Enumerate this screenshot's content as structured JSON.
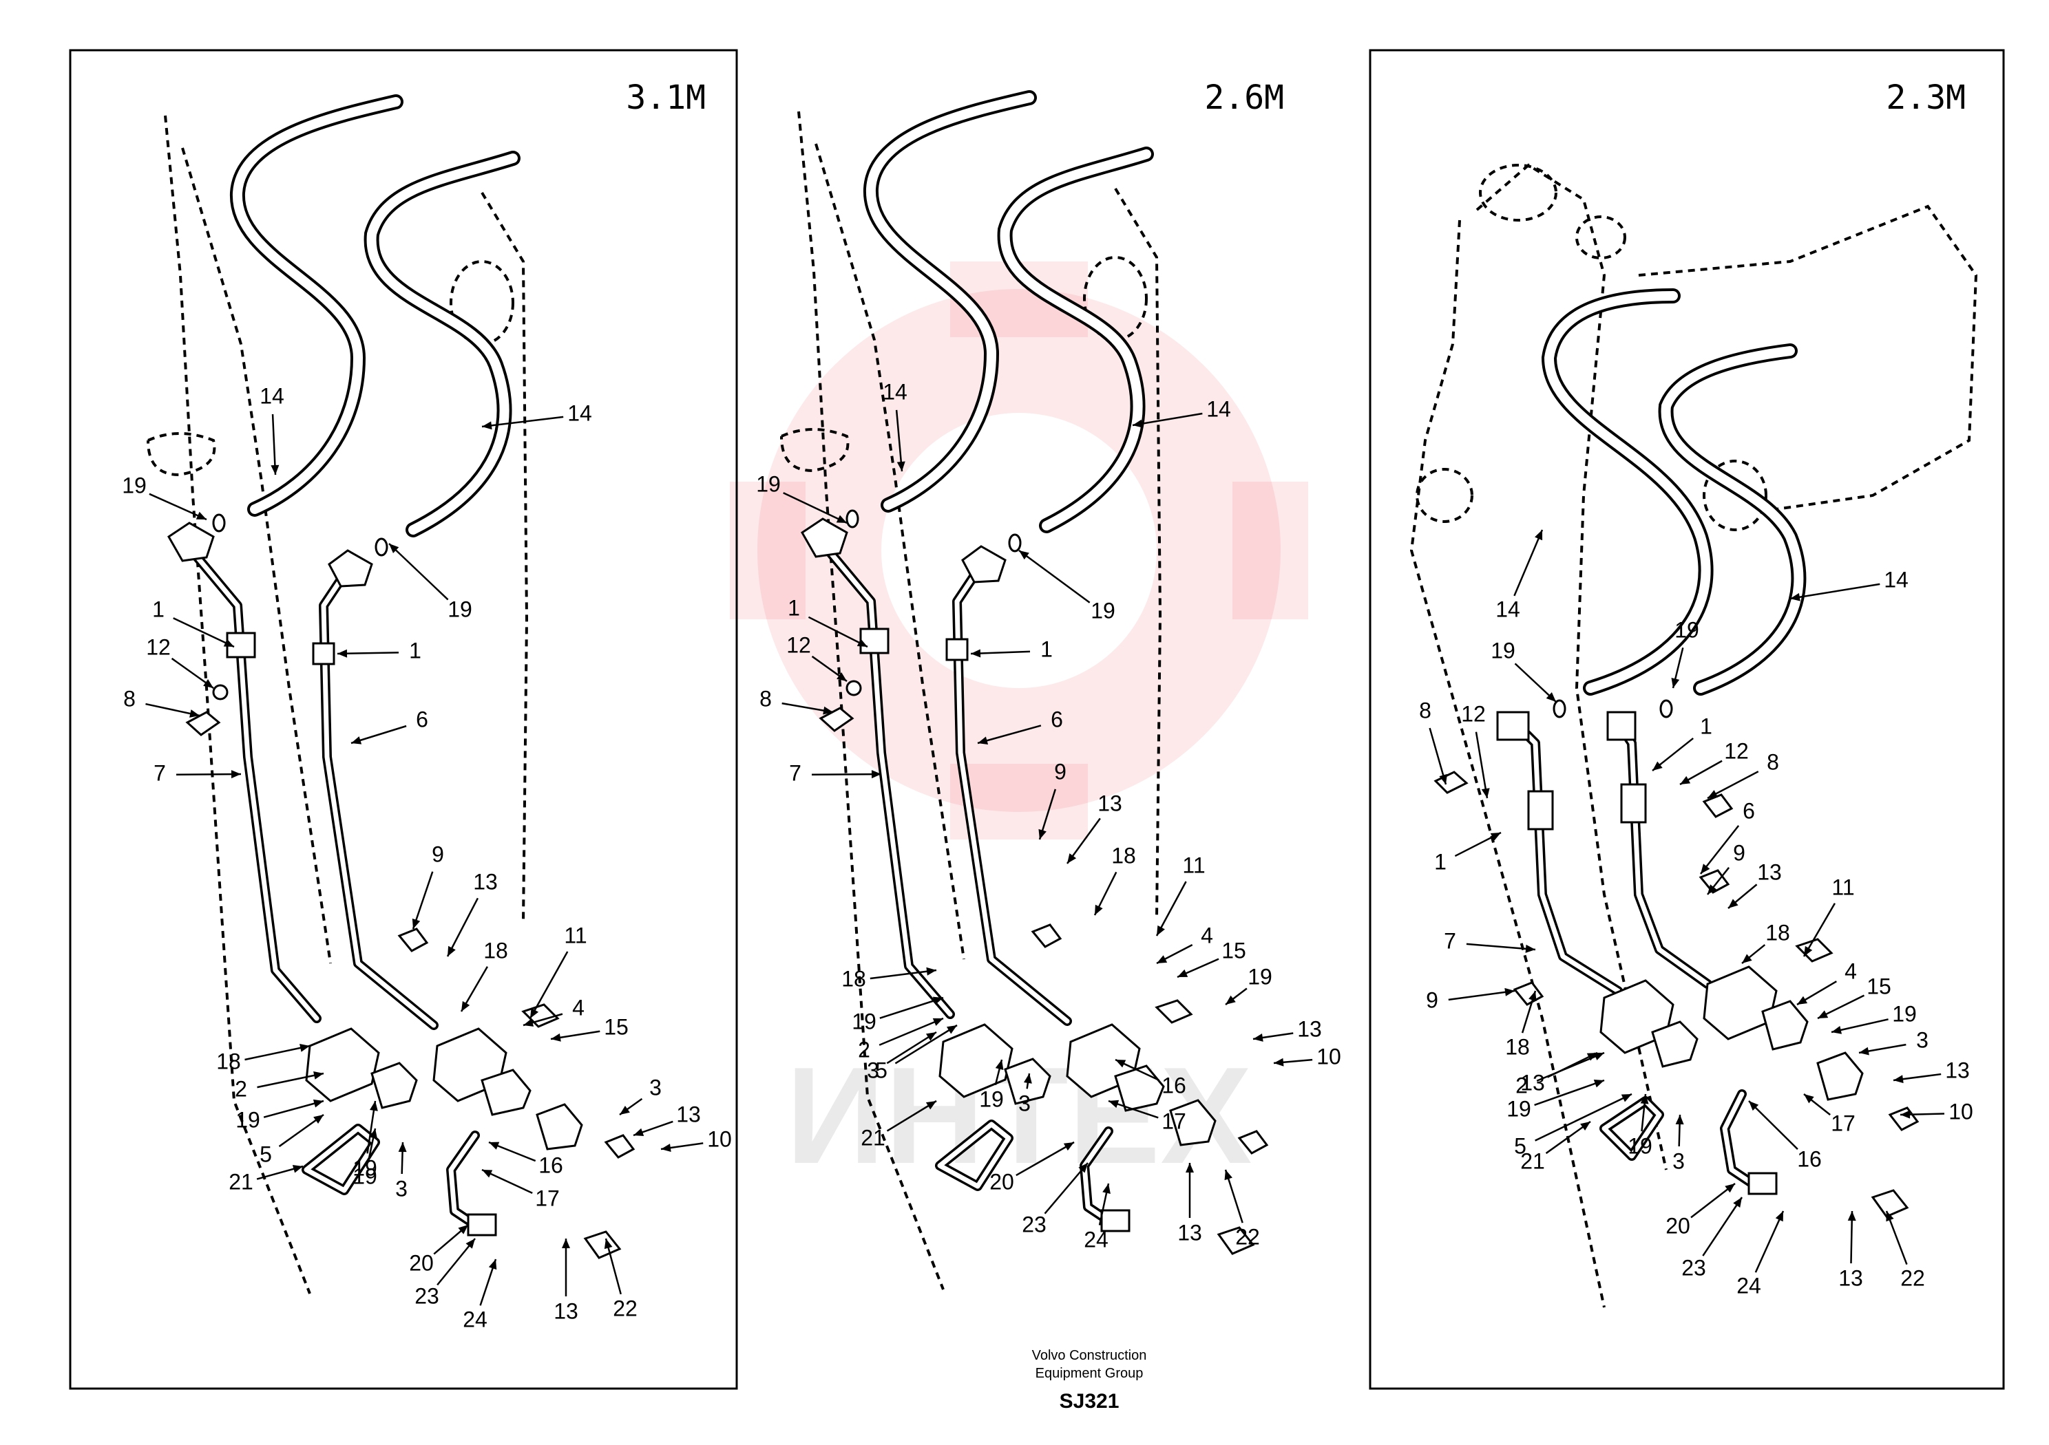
{
  "panels": [
    {
      "size_label": "3.1M",
      "framed": true
    },
    {
      "size_label": "2.6M",
      "framed": false
    },
    {
      "size_label": "2.3M",
      "framed": true
    }
  ],
  "callouts": [
    [
      "14",
      "14",
      "19",
      "19",
      "1",
      "12",
      "1",
      "8",
      "6",
      "7",
      "9",
      "13",
      "18",
      "11",
      "4",
      "15",
      "18",
      "2",
      "19",
      "19",
      "3",
      "13",
      "5",
      "16",
      "10",
      "17",
      "21",
      "19",
      "3",
      "20",
      "23",
      "24",
      "13",
      "22"
    ],
    [
      "14",
      "14",
      "19",
      "19",
      "1",
      "12",
      "1",
      "8",
      "6",
      "7",
      "9",
      "13",
      "18",
      "11",
      "4",
      "15",
      "18",
      "19",
      "2",
      "3",
      "19",
      "13",
      "5",
      "16",
      "10",
      "17",
      "21",
      "19",
      "3",
      "20",
      "23",
      "24",
      "13",
      "22"
    ],
    [
      "14",
      "14",
      "19",
      "19",
      "8",
      "12",
      "1",
      "12",
      "8",
      "1",
      "6",
      "9",
      "13",
      "11",
      "18",
      "7",
      "4",
      "15",
      "9",
      "19",
      "3",
      "13",
      "18",
      "13",
      "2",
      "10",
      "19",
      "5",
      "17",
      "16",
      "21",
      "19",
      "3",
      "20",
      "23",
      "24",
      "13",
      "22"
    ]
  ],
  "footer": {
    "company_line1": "Volvo Construction",
    "company_line2": "Equipment Group",
    "code": "SJ321"
  },
  "watermark": {
    "text": "ИНТЕХ",
    "color": "#e8262d"
  }
}
